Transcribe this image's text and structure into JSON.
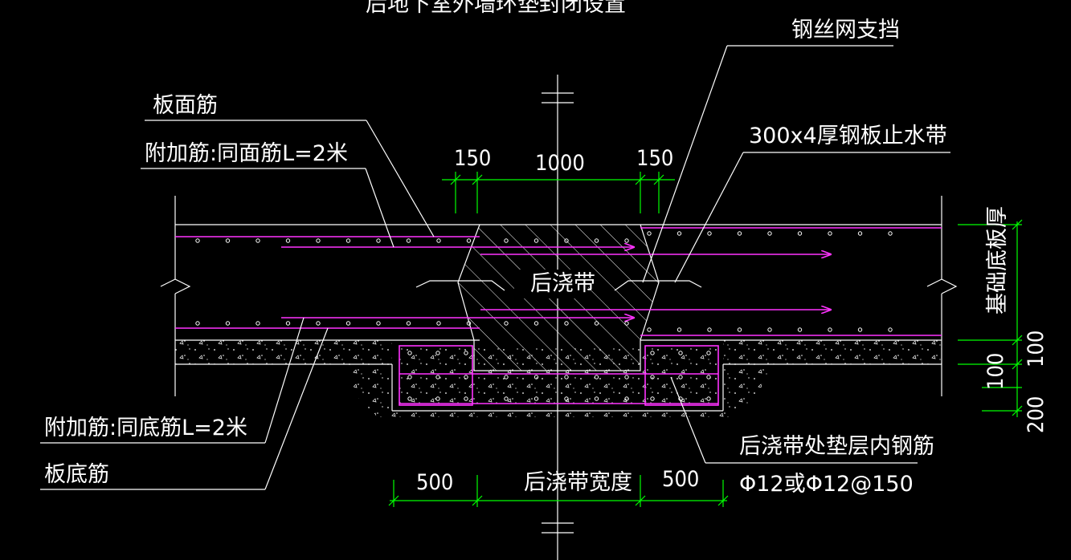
{
  "title": "后地下室外墙环垫封闭设置",
  "labels": {
    "top_rebar": "板面筋",
    "extra_top": "附加筋:同面筋L=2米",
    "extra_bottom": "附加筋:同底筋L=2米",
    "bottom_rebar": "板底筋",
    "wire_mesh": "钢丝网支挡",
    "water_stop": "300x4厚钢板止水带",
    "band": "后浇带",
    "cushion_rebar": "后浇带处垫层内钢筋",
    "cushion_rebar_spec": "Φ12或Φ12@150",
    "band_width": "后浇带宽度",
    "slab_thickness": "基础底板厚"
  },
  "dims": {
    "top_left": "150",
    "top_mid": "1000",
    "top_right": "150",
    "bot_left": "500",
    "bot_right": "500",
    "right_a": "100",
    "right_b": "100",
    "right_c": "200"
  },
  "colors": {
    "background": "#000000",
    "lines": "#ffffff",
    "dimensions": "#00ff00",
    "rebar": "#ff33ff"
  }
}
